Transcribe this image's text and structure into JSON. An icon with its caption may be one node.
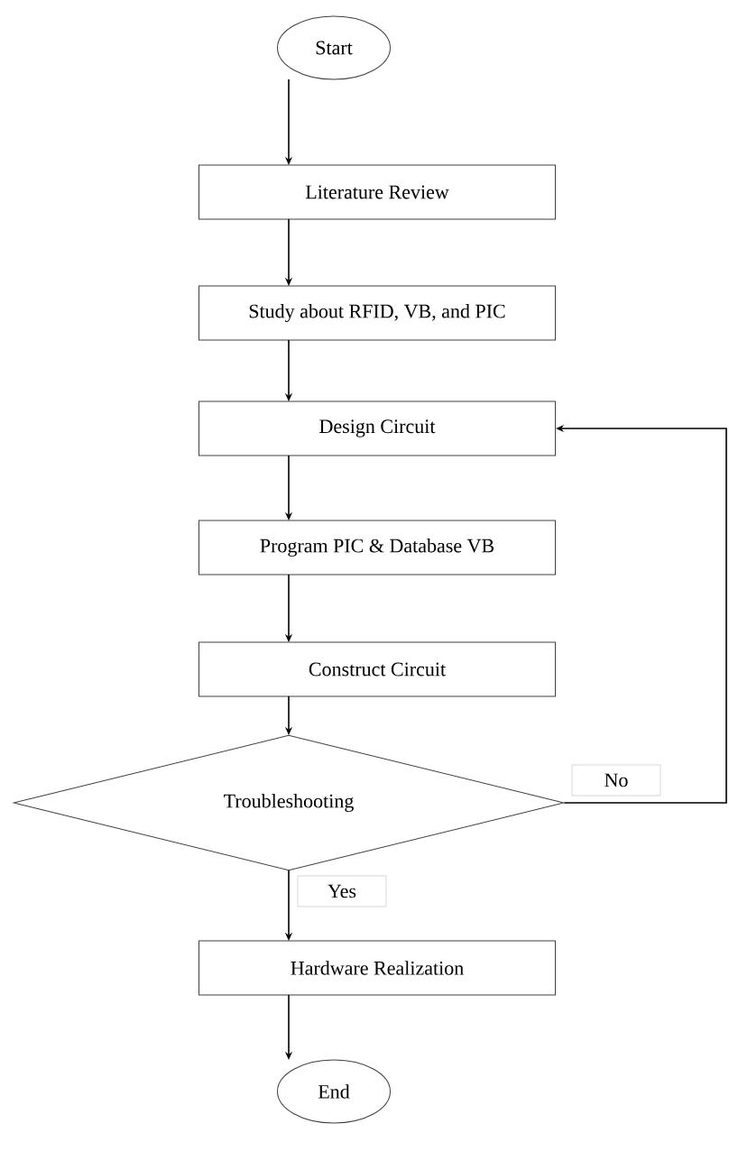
{
  "diagram": {
    "nodes": [
      {
        "text": [
          "Start"
        ]
      },
      {
        "text": [
          "Literature Review"
        ]
      },
      {
        "text": [
          "Study about RFID, VB, and PIC"
        ]
      },
      {
        "text": [
          "Design Circuit"
        ]
      },
      {
        "text": [
          "Program PIC & Database VB"
        ]
      },
      {
        "text": [
          "Construct Circuit"
        ]
      },
      {
        "text": [
          "Troubleshooting"
        ]
      },
      {
        "text": [
          "Hardware Realization"
        ]
      },
      {
        "text": [
          "End"
        ]
      }
    ],
    "edges": [
      {
        "from": 0,
        "to": 1,
        "arrow": "to"
      },
      {
        "from": 1,
        "to": 2,
        "arrow": "to"
      },
      {
        "from": 2,
        "to": 3,
        "arrow": "to"
      },
      {
        "from": 3,
        "to": 4,
        "arrow": "to"
      },
      {
        "from": 4,
        "to": 5,
        "arrow": "to"
      },
      {
        "from": 5,
        "to": 6,
        "arrow": "to"
      },
      {
        "from": 6,
        "to": 7,
        "arrow": "to",
        "label": "Yes"
      },
      {
        "from": 7,
        "to": 8,
        "arrow": "to"
      },
      {
        "from": 6,
        "to": 3,
        "arrow": "to",
        "label": "No"
      }
    ]
  }
}
